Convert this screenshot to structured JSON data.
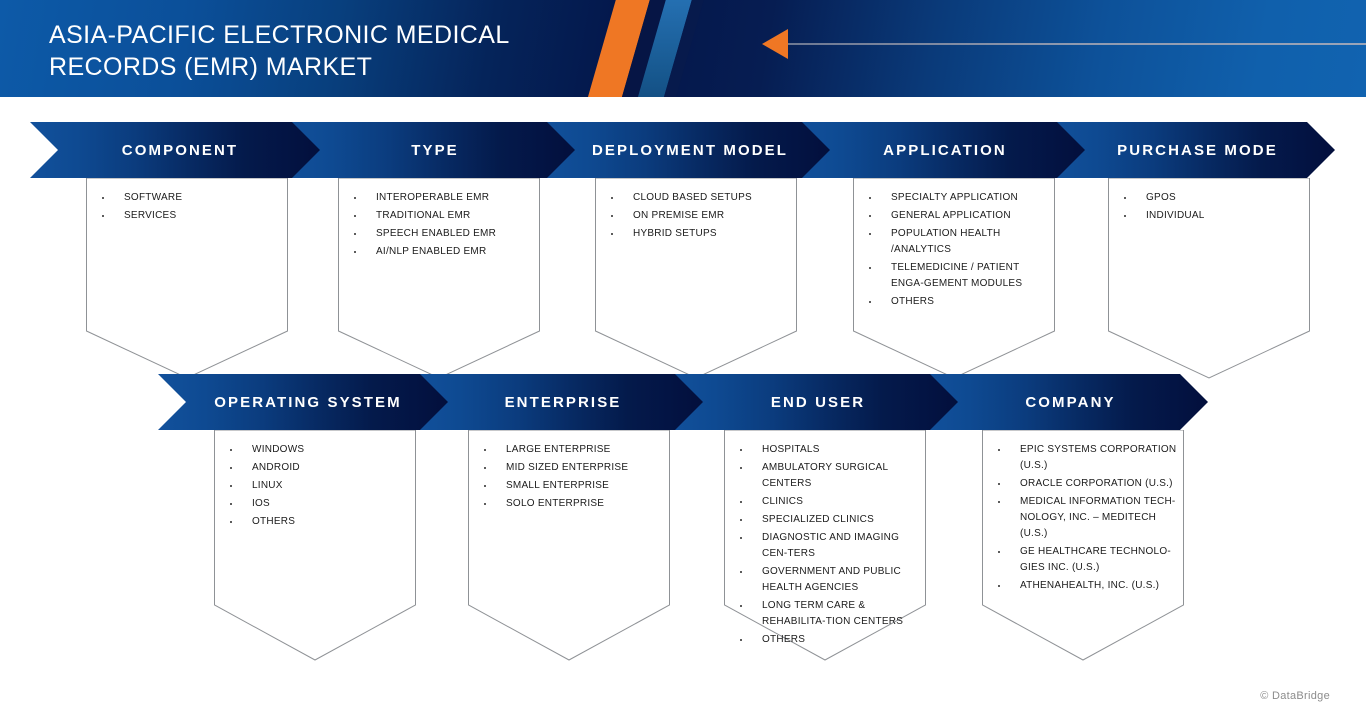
{
  "header": {
    "title": "ASIA-PACIFIC ELECTRONIC MEDICAL\nRECORDS (EMR) MARKET",
    "accent_orange": "#ef7724",
    "brand_blue": "#0d5aa8",
    "deep_navy": "#04164a"
  },
  "footer": {
    "credit": "© DataBridge"
  },
  "segments": [
    {
      "id": "component",
      "title": "COMPONENT",
      "row": 1,
      "items": [
        "SOFTWARE",
        "SERVICES"
      ]
    },
    {
      "id": "type",
      "title": "TYPE",
      "row": 1,
      "items": [
        "INTEROPERABLE EMR",
        "TRADITIONAL EMR",
        "SPEECH ENABLED EMR",
        "AI/NLP ENABLED EMR"
      ]
    },
    {
      "id": "deployment-model",
      "title": "DEPLOYMENT MODEL",
      "row": 1,
      "items": [
        "CLOUD BASED SETUPS",
        "ON PREMISE EMR",
        "HYBRID SETUPS"
      ]
    },
    {
      "id": "application",
      "title": "APPLICATION",
      "row": 1,
      "items": [
        "SPECIALTY APPLICATION",
        "GENERAL APPLICATION",
        "POPULATION HEALTH /ANALYTICS",
        "TELEMEDICINE / PATIENT ENGA-GEMENT MODULES",
        "OTHERS"
      ]
    },
    {
      "id": "purchase-mode",
      "title": "PURCHASE MODE",
      "row": 1,
      "items": [
        "GPOS",
        "INDIVIDUAL"
      ]
    },
    {
      "id": "operating-system",
      "title": "OPERATING SYSTEM",
      "row": 2,
      "items": [
        "WINDOWS",
        "ANDROID",
        "LINUX",
        "IOS",
        "OTHERS"
      ]
    },
    {
      "id": "enterprise",
      "title": "ENTERPRISE",
      "row": 2,
      "items": [
        "LARGE ENTERPRISE",
        "MID SIZED ENTERPRISE",
        "SMALL ENTERPRISE",
        "SOLO ENTERPRISE"
      ]
    },
    {
      "id": "end-user",
      "title": "END USER",
      "row": 2,
      "items": [
        "HOSPITALS",
        "AMBULATORY SURGICAL CENTERS",
        "CLINICS",
        "SPECIALIZED CLINICS",
        "DIAGNOSTIC AND IMAGING CEN-TERS",
        "GOVERNMENT AND PUBLIC HEALTH AGENCIES",
        "LONG TERM CARE & REHABILITA-TION CENTERS",
        "OTHERS"
      ]
    },
    {
      "id": "company",
      "title": "COMPANY",
      "row": 2,
      "items": [
        "EPIC SYSTEMS CORPORATION (U.S.)",
        "ORACLE CORPORATION  (U.S.)",
        "MEDICAL INFORMATION TECH-NOLOGY, INC. – MEDITECH (U.S.)",
        "GE HEALTHCARE TECHNOLO-GIES INC. (U.S.)",
        "ATHENAHEALTH, INC. (U.S.)"
      ]
    }
  ]
}
